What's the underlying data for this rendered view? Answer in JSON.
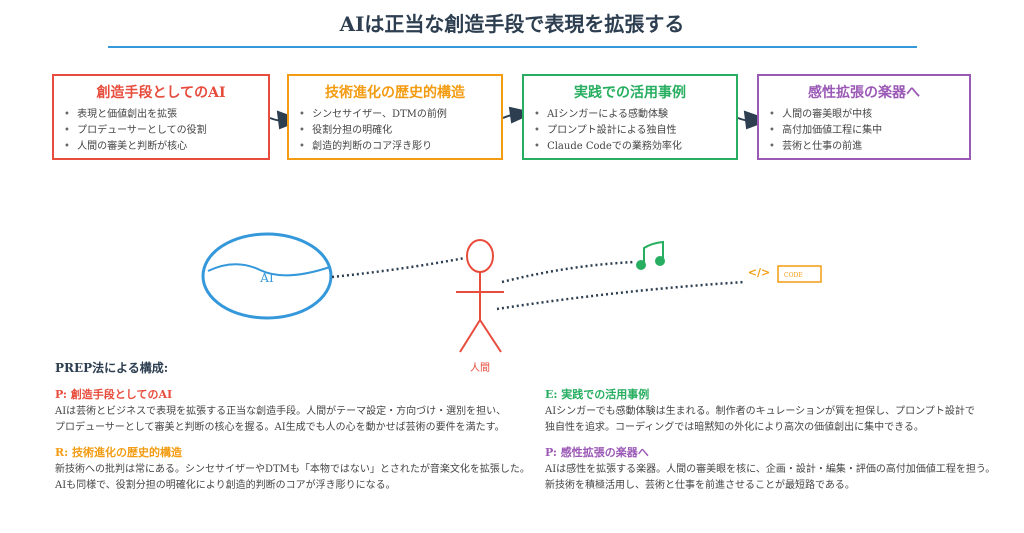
{
  "title": "AIは正当な創造手段で表現を拡張する",
  "boxes": [
    {
      "title": "創造手段としてのAI",
      "color": "#e74c3c",
      "items": [
        "表現と価値創出を拡張",
        "プロデューサーとしての役割",
        "人間の審美と判断が核心"
      ]
    },
    {
      "title": "技術進化の歴史的構造",
      "color": "#f39c12",
      "items": [
        "シンセサイザー、DTMの前例",
        "役割分担の明確化",
        "創造的判断のコア浮き彫り"
      ]
    },
    {
      "title": "実践での活用事例",
      "color": "#27ae60",
      "items": [
        "AIシンガーによる感動体験",
        "プロンプト設計による独自性",
        "Claude Codeでの業務効率化"
      ]
    },
    {
      "title": "感性拡張の楽器へ",
      "color": "#9b59b6",
      "items": [
        "人間の審美眼が中核",
        "高付加価値工程に集中",
        "芸術と仕事の前進"
      ]
    }
  ],
  "diagram": {
    "ai_label": "AI",
    "human_label": "人間",
    "code_label": "CODE",
    "code_icon": "</>"
  },
  "prep": {
    "heading": "PREP法による構成:",
    "sections": [
      {
        "title": "P: 創造手段としてのAI",
        "color": "#e74c3c",
        "lines": [
          "AIは芸術とビジネスで表現を拡張する正当な創造手段。人間がテーマ設定・方向づけ・選別を担い、",
          "プロデューサーとして審美と判断の核心を握る。AI生成でも人の心を動かせば芸術の要件を満たす。"
        ]
      },
      {
        "title": "R: 技術進化の歴史的構造",
        "color": "#f39c12",
        "lines": [
          "新技術への批判は常にある。シンセサイザーやDTMも「本物ではない」とされたが音楽文化を拡張した。",
          "AIも同様で、役割分担の明確化により創造的判断のコアが浮き彫りになる。"
        ]
      },
      {
        "title": "E: 実践での活用事例",
        "color": "#27ae60",
        "lines": [
          "AIシンガーでも感動体験は生まれる。制作者のキュレーションが質を担保し、プロンプト設計で",
          "独自性を追求。コーディングでは暗黙知の外化により高次の価値創出に集中できる。"
        ]
      },
      {
        "title": "P: 感性拡張の楽器へ",
        "color": "#9b59b6",
        "lines": [
          "AIは感性を拡張する楽器。人間の審美眼を核に、企画・設計・編集・評価の高付加価値工程を担う。",
          "新技術を積極活用し、芸術と仕事を前進させることが最短路である。"
        ]
      }
    ]
  }
}
